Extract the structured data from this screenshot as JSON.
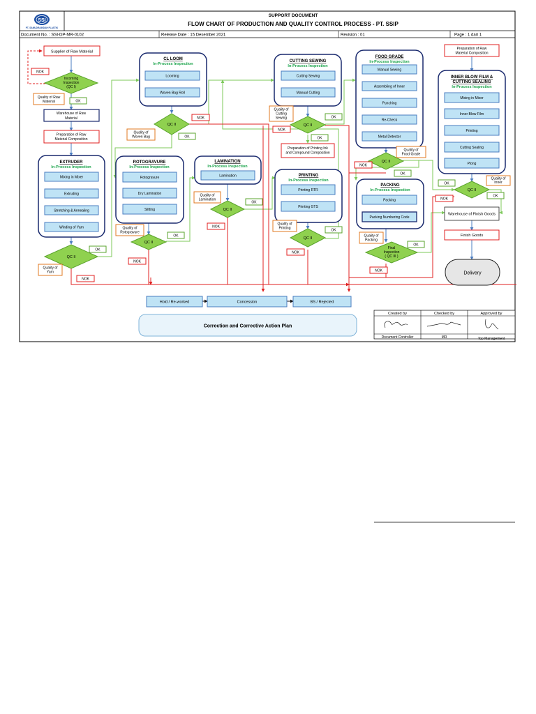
{
  "header": {
    "company_logo": "SSI",
    "company_name": "PT. SAMUDRAINDAH PLASTIK",
    "doc_type": "SUPPORT DOCUMENT",
    "title": "FLOW CHART OF PRODUCTION AND QUALITY CONTROL PROCESS - PT. SSIP",
    "doc_no_label": "Document No. : SSI-DP-MR-0102",
    "release_label": "Release Date  : 15 Desember 2021",
    "revision_label": "Revision    : 01",
    "page_label": "Page     : 1 dari 1"
  },
  "labels": {
    "in_process": "In-Process Inspection",
    "ok": "OK",
    "nok": "NOK",
    "qc2": "QC II"
  },
  "raw": {
    "supplier": "Supplier of Raw Material",
    "incoming": [
      "Incoming",
      "Inspection",
      "(QC I)"
    ],
    "quality": [
      "Quality of Raw",
      "Material"
    ],
    "warehouse": [
      "Warehouse of Raw",
      "Material"
    ],
    "prep": [
      "Preparation of Raw",
      "Material Composition"
    ]
  },
  "extruder": {
    "title": "EXTRUDER",
    "steps": [
      "Mixing in Mixer",
      "Extruding",
      "Stretching & Annealing",
      "Winding of Yarn"
    ],
    "quality": [
      "Quality of",
      "Yarn"
    ]
  },
  "cl_loom": {
    "title": "CL LOOM",
    "steps": [
      "Looming",
      "Woven Bag Roll"
    ],
    "quality": [
      "Quality of",
      "Woven Bag"
    ]
  },
  "rotogravure": {
    "title": "ROTOGRAVURE",
    "steps": [
      "Rotogravure",
      "Dry Lamination",
      "Slitting"
    ],
    "quality": [
      "Quality of",
      "Rotogravure"
    ]
  },
  "lamination": {
    "title": "LAMINATION",
    "steps": [
      "Lamination"
    ],
    "quality": [
      "Quality of",
      "Lamination"
    ]
  },
  "cutting": {
    "title": "CUTTING SEWING",
    "steps": [
      "Cutting Sewing",
      "Manual Cutting"
    ],
    "quality": [
      "Quality of",
      "Cutting",
      "Sewing"
    ],
    "prep_ink": [
      "Preparation of Printing Ink",
      "and Compound Composition"
    ]
  },
  "printing": {
    "title": "PRINTING",
    "steps": [
      "Printing RTR",
      "Printing GTS"
    ],
    "quality": [
      "Quality of",
      "Printing"
    ]
  },
  "food": {
    "title": "FOOD GRADE",
    "steps": [
      "Manual Sewing",
      "Assembling of Inner",
      "Punching",
      "Re-Check",
      "Metal Detector"
    ],
    "quality": [
      "Quality of",
      "Food Grade"
    ]
  },
  "packing": {
    "title": "PACKING",
    "steps": [
      "Packing",
      "Packing Numbering Code"
    ],
    "quality": [
      "Quality of",
      "Packing"
    ],
    "final": [
      "Final",
      "Inspection",
      "( QC  III )"
    ]
  },
  "inner": {
    "prep": [
      "Preparation of Raw",
      "Material Composition"
    ],
    "title": [
      "INNER BLOW FILM &",
      "CUTTING SEALING"
    ],
    "steps": [
      "Mixing in Mixer",
      "Inner Blow Film",
      "Printing",
      "Cutting Sealing",
      "Plong"
    ],
    "quality": [
      "Quality of",
      "Inner"
    ]
  },
  "finish": {
    "warehouse": "Warehouse of Finish Goods",
    "goods": "Finish Goods",
    "delivery": "Delivery"
  },
  "dispositions": [
    "Hold / Re-worked",
    "Concession",
    "BS / Rejected"
  ],
  "capa": "Correction and Corrective Action Plan",
  "approval": {
    "headers": [
      "Created by",
      "Checked by",
      "Approved by"
    ],
    "roles": [
      "Document Controller",
      "MR",
      "Top Management"
    ]
  }
}
